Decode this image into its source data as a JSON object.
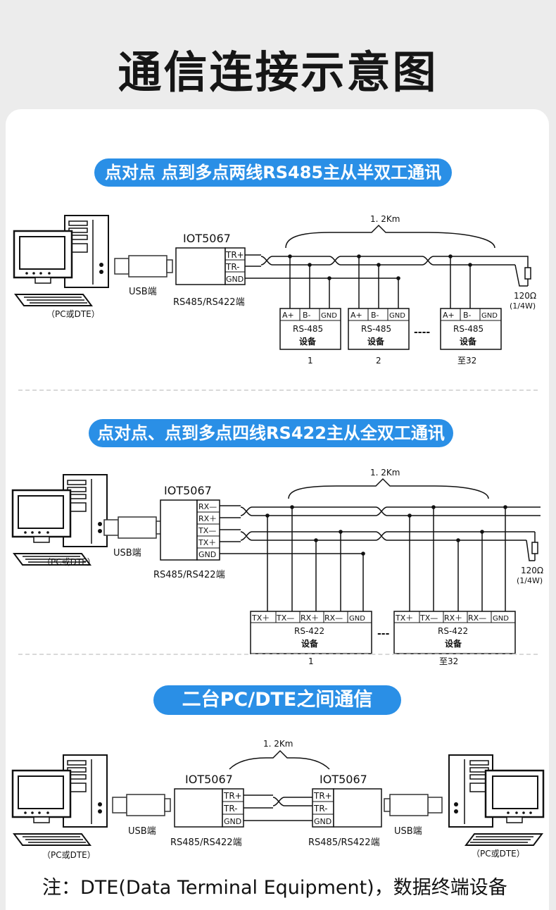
{
  "page_title": "通信连接示意图",
  "sections": [
    {
      "heading": "点对点 点到多点两线RS485主从半双工通讯",
      "pc_label": "（PC或DTE）",
      "usb_label": "USB端",
      "converter_name": "IOT5067",
      "converter_port_label": "RS485/RS422端",
      "converter_pins": [
        "TR+",
        "TR-",
        "GND"
      ],
      "distance": "1. 2Km",
      "resistor_value": "120Ω",
      "resistor_power": "(1/4W)",
      "device_pins": [
        "A+",
        "B-",
        "GND"
      ],
      "device_type": "RS-485",
      "device_word": "设备",
      "device_numbers": [
        "1",
        "2",
        "至32"
      ],
      "ellipsis": "----"
    },
    {
      "heading": "点对点、点到多点四线RS422主从全双工通讯",
      "pc_label": "（PC或DTE）",
      "usb_label": "USB端",
      "converter_name": "IOT5067",
      "converter_port_label": "RS485/RS422端",
      "converter_pins": [
        "RX—",
        "RX＋",
        "TX—",
        "TX＋",
        "GND"
      ],
      "distance": "1. 2Km",
      "resistor_value": "120Ω",
      "resistor_power": "(1/4W)",
      "device_pins": [
        "TX＋",
        "TX—",
        "RX＋",
        "RX—",
        "GND"
      ],
      "device_type": "RS-422",
      "device_word": "设备",
      "device_numbers": [
        "1",
        "至32"
      ],
      "ellipsis": "---"
    },
    {
      "heading": "二台PC/DTE之间通信",
      "pc_label": "（PC或DTE）",
      "usb_label": "USB端",
      "converter_name": "IOT5067",
      "converter_port_label": "RS485/RS422端",
      "converter_pins": [
        "TR+",
        "TR-",
        "GND"
      ],
      "distance": "1. 2Km"
    }
  ],
  "footnote": "注：DTE(Data Terminal Equipment)，数据终端设备"
}
